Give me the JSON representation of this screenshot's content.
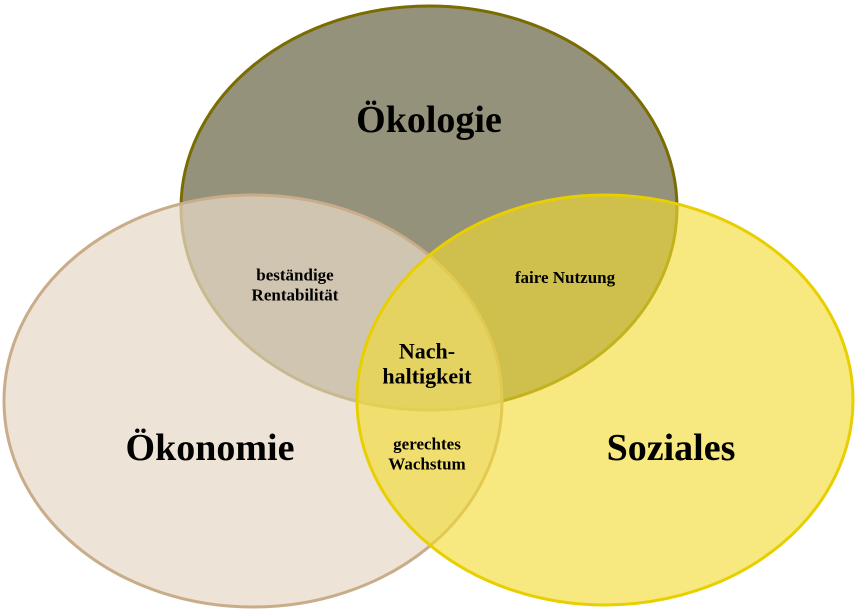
{
  "diagram": {
    "type": "venn",
    "circles": [
      {
        "id": "oekologie",
        "label": "Ökologie",
        "fill": "#8f8c74",
        "stroke": "#7a6c00"
      },
      {
        "id": "oekonomie",
        "label": "Ökonomie",
        "fill": "#ede3d8",
        "stroke": "#c9ad8a"
      },
      {
        "id": "soziales",
        "label": "Soziales",
        "fill": "#f3e25a",
        "stroke": "#e8cf00"
      }
    ],
    "intersections": {
      "oekologie_oekonomie": {
        "line1": "beständige",
        "line2": "Rentabilität"
      },
      "oekologie_soziales": {
        "label": "faire Nutzung"
      },
      "oekonomie_soziales": {
        "line1": "gerechtes",
        "line2": "Wachstum"
      },
      "center": {
        "line1": "Nach-",
        "line2": "haltigkeit"
      }
    }
  }
}
